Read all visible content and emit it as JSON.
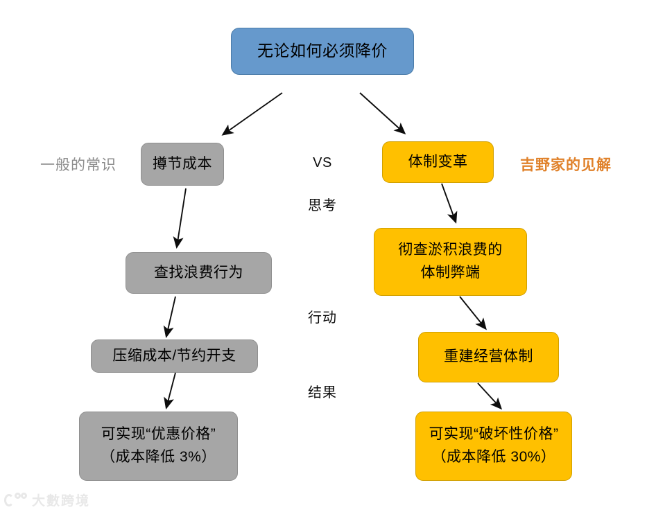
{
  "diagram": {
    "type": "flowchart",
    "root": {
      "id": "root-premise",
      "text": "无论如何必须降价",
      "color": "#6699cc"
    },
    "columns": {
      "left": {
        "side_label": "一般的常识",
        "color": "#a6a6a6",
        "nodes": [
          {
            "id": "left-1",
            "lines": [
              "撙节成本"
            ]
          },
          {
            "id": "left-2",
            "lines": [
              "查找浪费行为"
            ]
          },
          {
            "id": "left-3",
            "lines": [
              "压缩成本/节约开支"
            ]
          },
          {
            "id": "left-4",
            "lines": [
              "可实现“优惠价格”",
              "（成本降低 3%）"
            ]
          }
        ]
      },
      "right": {
        "side_label": "吉野家的见解",
        "side_label_color": "#e0812a",
        "color": "#ffc000",
        "nodes": [
          {
            "id": "right-1",
            "lines": [
              "体制变革"
            ]
          },
          {
            "id": "right-2",
            "lines": [
              "彻查淤积浪费的",
              "体制弊端"
            ]
          },
          {
            "id": "right-3",
            "lines": [
              "重建经营体制"
            ]
          },
          {
            "id": "right-4",
            "lines": [
              "可实现“破坏性价格”",
              "（成本降低 30%）"
            ]
          }
        ]
      }
    },
    "stage_labels": [
      {
        "id": "stage-vs",
        "text": "VS"
      },
      {
        "id": "stage-think",
        "text": "思考"
      },
      {
        "id": "stage-action",
        "text": "行动"
      },
      {
        "id": "stage-result",
        "text": "结果"
      }
    ]
  },
  "watermark": {
    "text": "大數跨境"
  }
}
